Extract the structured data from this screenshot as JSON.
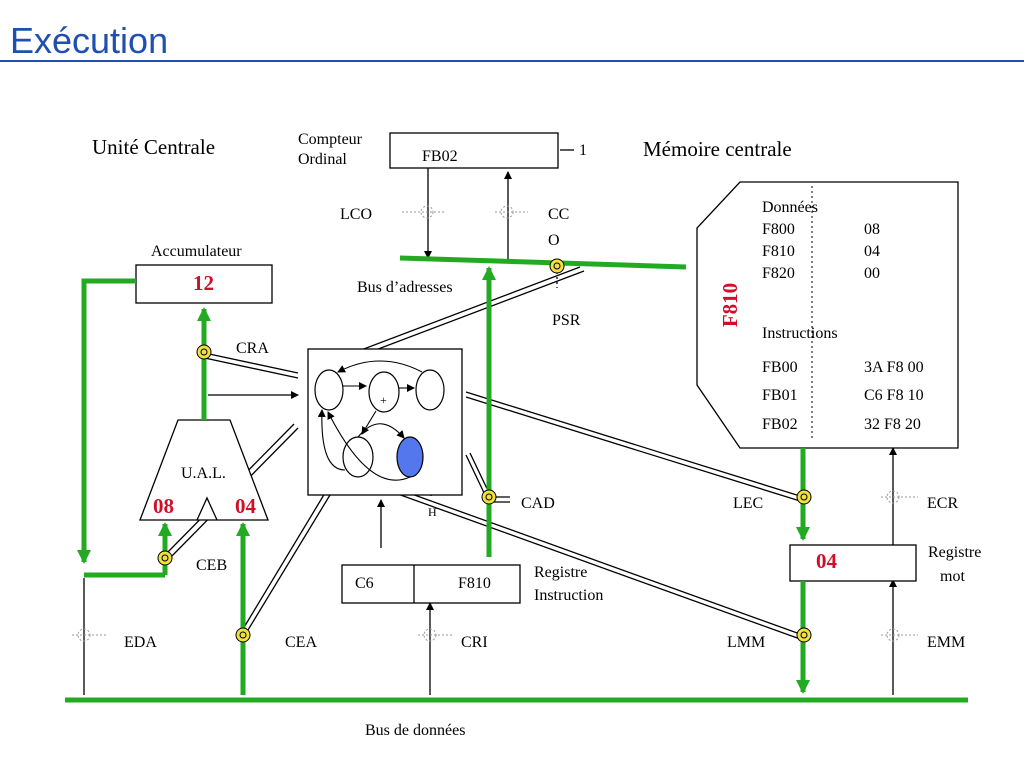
{
  "title": "Exécution",
  "labels": {
    "unite_centrale": "Unité Centrale",
    "compteur_line1": "Compteur",
    "compteur_line2": "Ordinal",
    "memoire_centrale": "Mémoire centrale",
    "accumulateur": "Accumulateur",
    "lco": "LCO",
    "cco_line1": "CC",
    "cco_line2": "O",
    "bus_adresses": "Bus d’adresses",
    "psr": "PSR",
    "cra": "CRA",
    "ual": "U.A.L.",
    "cad": "CAD",
    "lec": "LEC",
    "ecr": "ECR",
    "h": "H",
    "ceb": "CEB",
    "registre_instruction_line1": "Registre",
    "registre_instruction_line2": "Instruction",
    "registre_mot_line1": "Registre",
    "registre_mot_line2": "mot",
    "eda": "EDA",
    "cea": "CEA",
    "cri": "CRI",
    "lmm": "LMM",
    "emm": "EMM",
    "bus_donnees": "Bus de données",
    "plus": "+",
    "one": "1"
  },
  "values": {
    "compteur_ordinal": "FB02",
    "accumulateur": "12",
    "ual_left": "08",
    "ual_right": "04",
    "ri_code": "C6",
    "ri_address": "F810",
    "registre_mot": "04",
    "memory_address": "F810"
  },
  "memory": {
    "donnees_header": "Données",
    "donnees": [
      {
        "addr": "F800",
        "val": "08"
      },
      {
        "addr": "F810",
        "val": "04"
      },
      {
        "addr": "F820",
        "val": "00"
      }
    ],
    "instructions_header": "Instructions",
    "instructions": [
      {
        "addr": "FB00",
        "val": "3A F8 00"
      },
      {
        "addr": "FB01",
        "val": "C6 F8 10"
      },
      {
        "addr": "FB02",
        "val": "32 F8 20"
      }
    ]
  },
  "colors": {
    "title": "#1f4fb0",
    "bus": "#22aa22",
    "value_red": "#d0102a",
    "state_active": "#5577ee",
    "switch_yellow": "#f0e040"
  }
}
